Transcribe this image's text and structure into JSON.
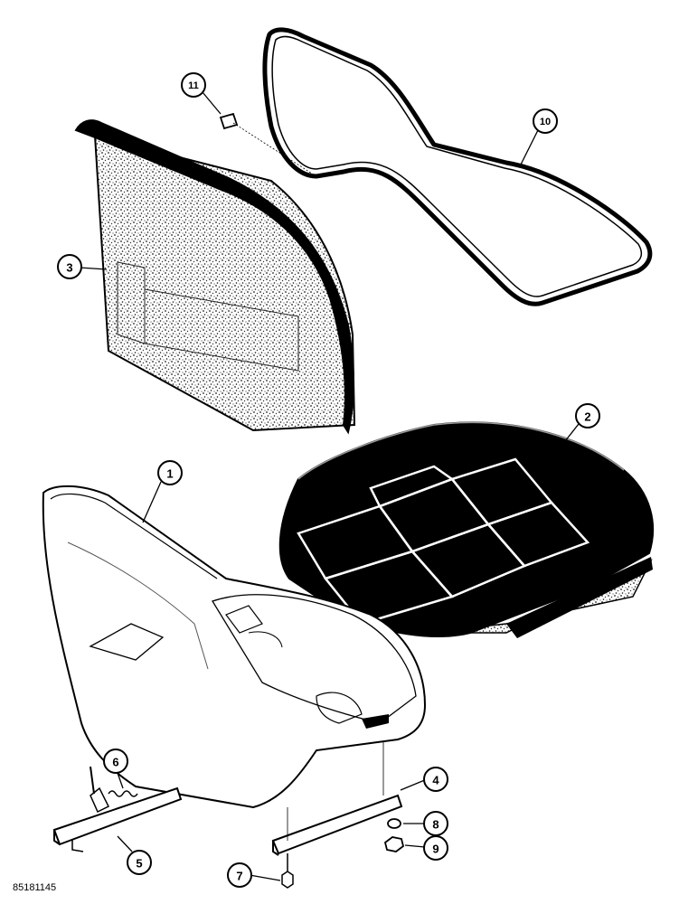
{
  "callouts": [
    "1",
    "2",
    "3",
    "4",
    "5",
    "6",
    "7",
    "8",
    "9",
    "10",
    "11"
  ],
  "ref_code": "85181145",
  "colors": {
    "ink": "#000000",
    "paper": "#ffffff",
    "speckle": "#5a5a5a"
  }
}
